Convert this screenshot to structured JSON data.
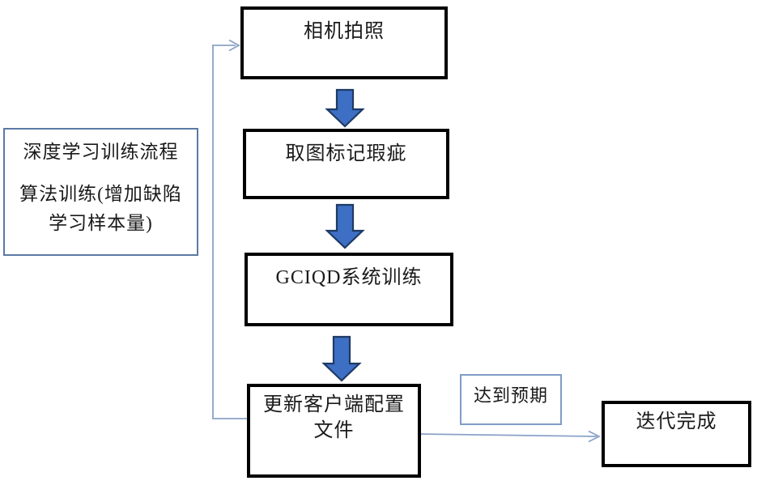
{
  "nodes": {
    "camera": "相机拍照",
    "mark_defects": "取图标记瑕疵",
    "system_training": "GCIQD系统训练",
    "update_config": "更新客户端配置\n文件",
    "expected": "达到预期",
    "done": "迭代完成",
    "side_note_lines": [
      "深度学习训练流程",
      "算法训练(增加缺陷",
      "学习样本量)"
    ]
  },
  "colors": {
    "node_border": "#000000",
    "block_arrow_fill": "#3d6fc4",
    "block_arrow_outline": "#1e3a63",
    "connector_line": "#8ba2c7",
    "expect_box_border": "#7f9cc6",
    "side_box_border": "#5b7aa5",
    "background": "#ffffff"
  }
}
